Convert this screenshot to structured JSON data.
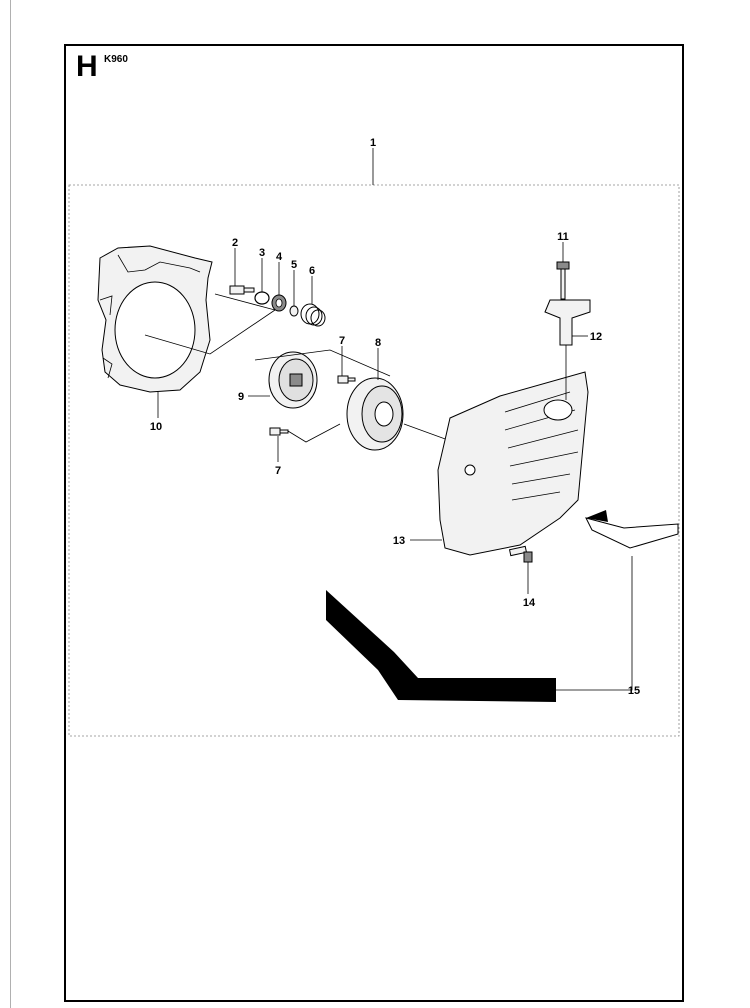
{
  "header": {
    "section_letter": "H",
    "model": "K960"
  },
  "callouts": [
    {
      "id": "c1",
      "label": "1"
    },
    {
      "id": "c2",
      "label": "2"
    },
    {
      "id": "c3",
      "label": "3"
    },
    {
      "id": "c4",
      "label": "4"
    },
    {
      "id": "c5",
      "label": "5"
    },
    {
      "id": "c6",
      "label": "6"
    },
    {
      "id": "c7a",
      "label": "7"
    },
    {
      "id": "c8",
      "label": "8"
    },
    {
      "id": "c9",
      "label": "9"
    },
    {
      "id": "c10",
      "label": "10"
    },
    {
      "id": "c11",
      "label": "11"
    },
    {
      "id": "c12",
      "label": "12"
    },
    {
      "id": "c7b",
      "label": "7"
    },
    {
      "id": "c13",
      "label": "13"
    },
    {
      "id": "c14",
      "label": "14"
    },
    {
      "id": "c15",
      "label": "15"
    }
  ]
}
